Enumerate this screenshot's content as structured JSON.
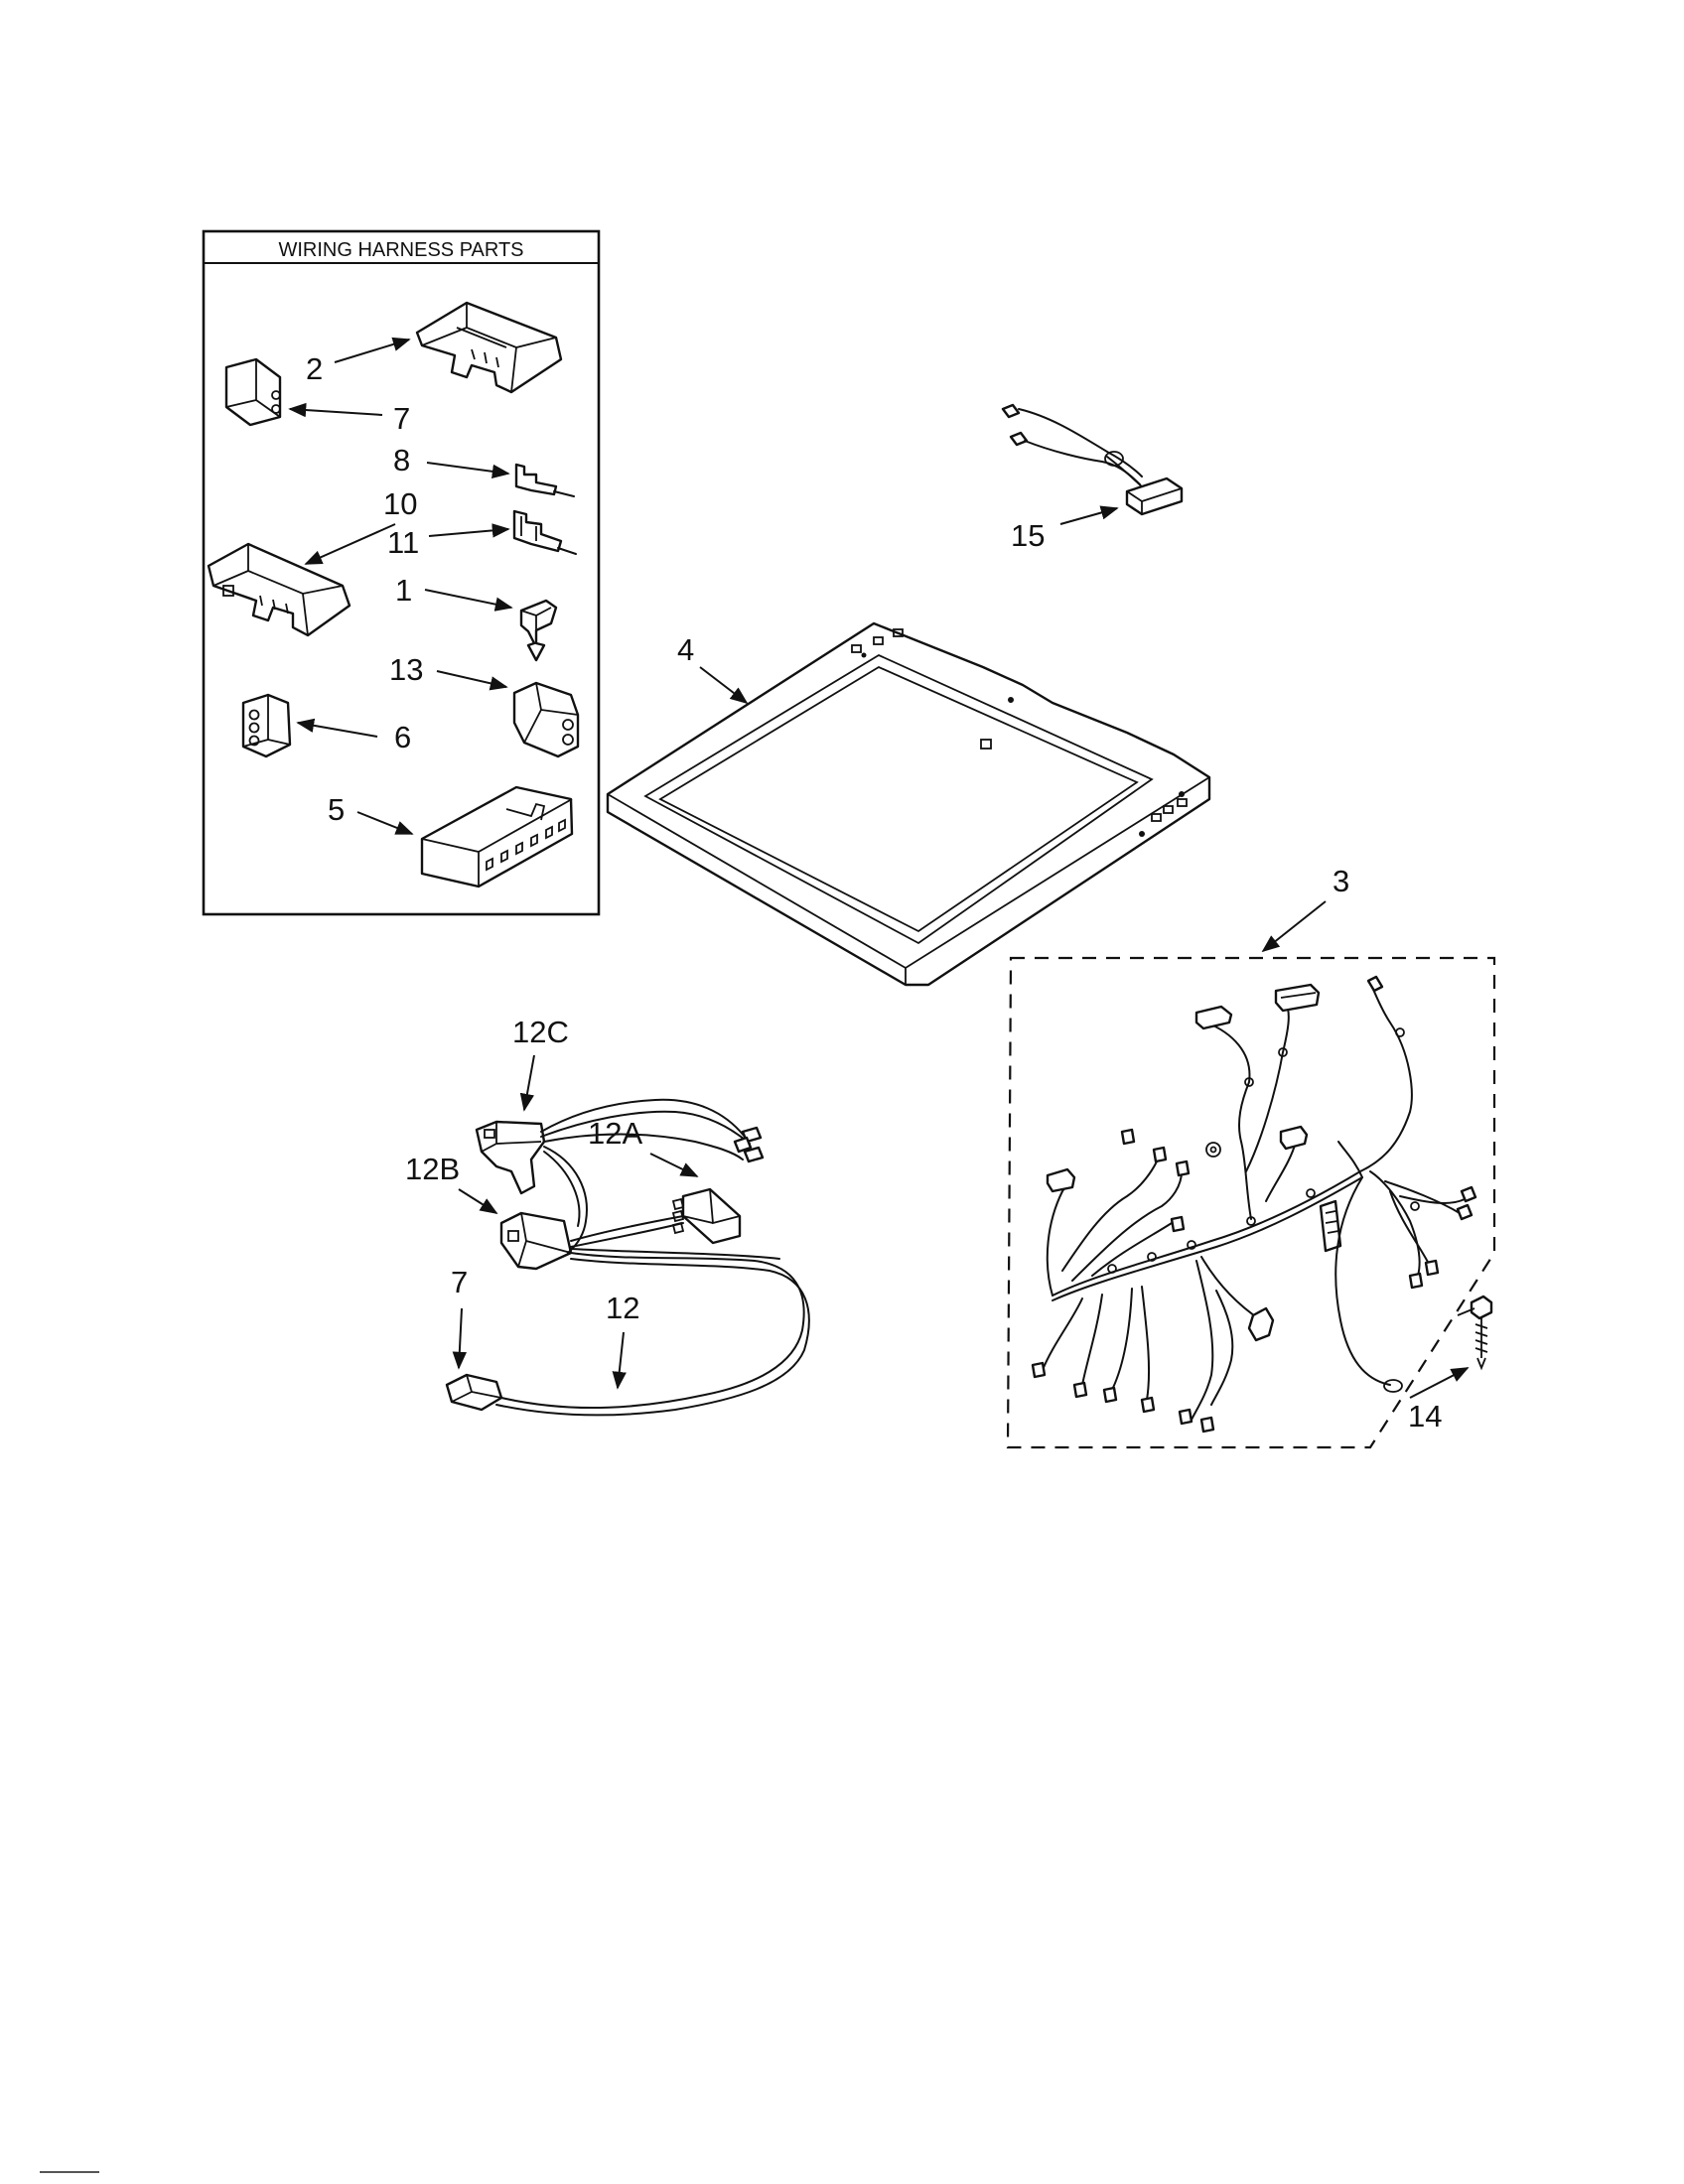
{
  "kit_box": {
    "title": "WIRING HARNESS PARTS"
  },
  "labels": {
    "l1": "1",
    "l2": "2",
    "l3": "3",
    "l4": "4",
    "l5": "5",
    "l6": "6",
    "l7a": "7",
    "l7b": "7",
    "l8": "8",
    "l10": "10",
    "l11": "11",
    "l12": "12",
    "l12a": "12A",
    "l12b": "12B",
    "l12c": "12C",
    "l13": "13",
    "l14": "14",
    "l15": "15"
  },
  "parts": [
    {
      "callout": "1",
      "name": "clip"
    },
    {
      "callout": "2",
      "name": "connector housing"
    },
    {
      "callout": "3",
      "name": "main wiring harness"
    },
    {
      "callout": "4",
      "name": "top panel"
    },
    {
      "callout": "5",
      "name": "multi-pin connector"
    },
    {
      "callout": "6",
      "name": "3-pin connector"
    },
    {
      "callout": "7",
      "name": "2-pin connector"
    },
    {
      "callout": "8",
      "name": "terminal"
    },
    {
      "callout": "10",
      "name": "connector housing"
    },
    {
      "callout": "11",
      "name": "terminal"
    },
    {
      "callout": "12",
      "name": "wire harness"
    },
    {
      "callout": "12A",
      "name": "harness connector"
    },
    {
      "callout": "12B",
      "name": "harness connector"
    },
    {
      "callout": "12C",
      "name": "harness connector"
    },
    {
      "callout": "13",
      "name": "connector"
    },
    {
      "callout": "14",
      "name": "ground screw"
    },
    {
      "callout": "15",
      "name": "switch harness"
    }
  ]
}
